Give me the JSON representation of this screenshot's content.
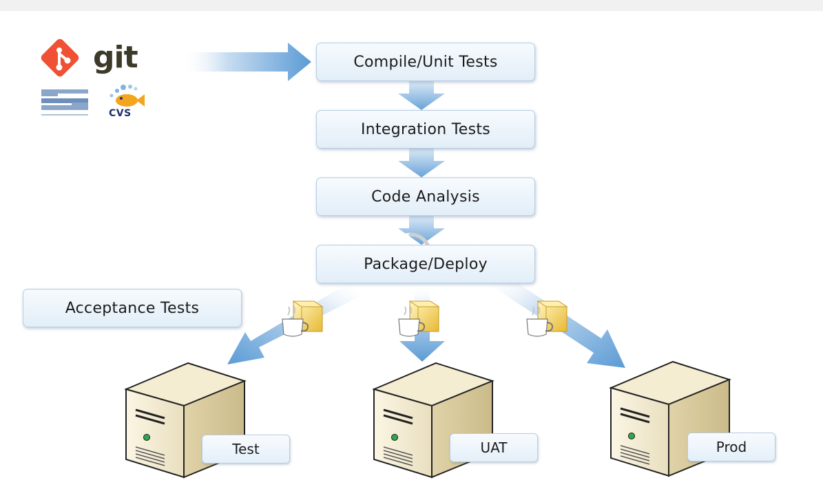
{
  "logos": {
    "git": "git",
    "cvs": "CVS",
    "subversion_icon": "subversion-logo-icon"
  },
  "pipeline": {
    "steps": [
      "Compile/Unit Tests",
      "Integration Tests",
      "Code Analysis",
      "Package/Deploy"
    ]
  },
  "acceptance": {
    "label": "Acceptance Tests"
  },
  "servers": [
    {
      "label": "Test"
    },
    {
      "label": "UAT"
    },
    {
      "label": "Prod"
    }
  ],
  "colors": {
    "arrow": "#5b9bd5",
    "git_brand": "#f05033",
    "box_border": "#b6cde3"
  }
}
